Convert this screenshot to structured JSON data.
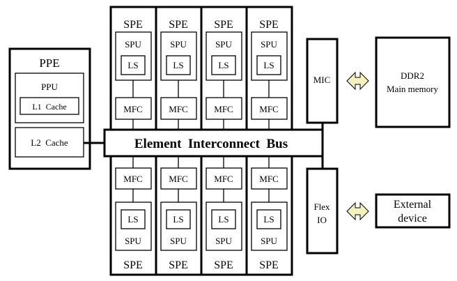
{
  "ppe": {
    "title": "PPE",
    "ppu": "PPU",
    "l1_cache": "L1  Cache",
    "l2_cache": "L2  Cache"
  },
  "bus": {
    "label": "Element  Interconnect  Bus"
  },
  "spe_top": [
    {
      "title": "SPE",
      "spu": "SPU",
      "ls": "LS",
      "mfc": "MFC"
    },
    {
      "title": "SPE",
      "spu": "SPU",
      "ls": "LS",
      "mfc": "MFC"
    },
    {
      "title": "SPE",
      "spu": "SPU",
      "ls": "LS",
      "mfc": "MFC"
    },
    {
      "title": "SPE",
      "spu": "SPU",
      "ls": "LS",
      "mfc": "MFC"
    }
  ],
  "spe_bottom": [
    {
      "title": "SPE",
      "spu": "SPU",
      "ls": "LS",
      "mfc": "MFC"
    },
    {
      "title": "SPE",
      "spu": "SPU",
      "ls": "LS",
      "mfc": "MFC"
    },
    {
      "title": "SPE",
      "spu": "SPU",
      "ls": "LS",
      "mfc": "MFC"
    },
    {
      "title": "SPE",
      "spu": "SPU",
      "ls": "LS",
      "mfc": "MFC"
    }
  ],
  "mic": {
    "label": "MIC"
  },
  "flexio": {
    "line1": "Flex",
    "line2": "IO"
  },
  "ddr2": {
    "line1": "DDR2",
    "line2": "Main memory"
  },
  "external": {
    "line1": "External",
    "line2": "device"
  },
  "colors": {
    "arrow_fill": "#f4f0bf",
    "stroke": "#000000",
    "background": "#ffffff"
  }
}
